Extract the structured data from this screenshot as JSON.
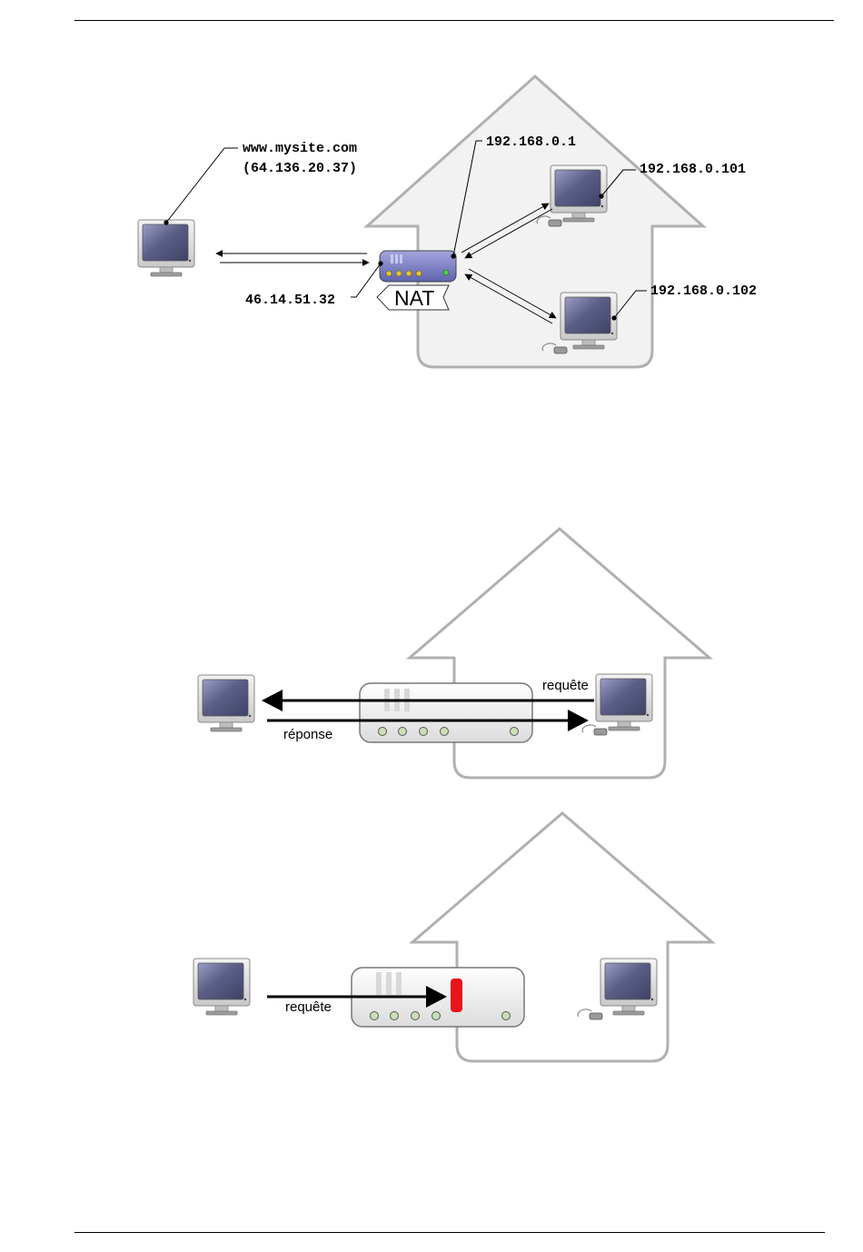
{
  "diagram1": {
    "server_label_line1": "www.mysite.com",
    "server_label_line2": "(64.136.20.37)",
    "router_lan_ip": "192.168.0.1",
    "router_wan_ip": "46.14.51.32",
    "router_badge": "NAT",
    "pc1_ip": "192.168.0.101",
    "pc2_ip": "192.168.0.102"
  },
  "diagram2": {
    "request_label": "requête",
    "response_label": "réponse"
  },
  "diagram3": {
    "request_label": "requête",
    "block_color": "#e8141c"
  },
  "colors": {
    "router_body": "#7b7fc4",
    "screen": "#5b5f86",
    "house_fill": "#f2f2f2",
    "house_stroke": "#b0b0b0"
  }
}
